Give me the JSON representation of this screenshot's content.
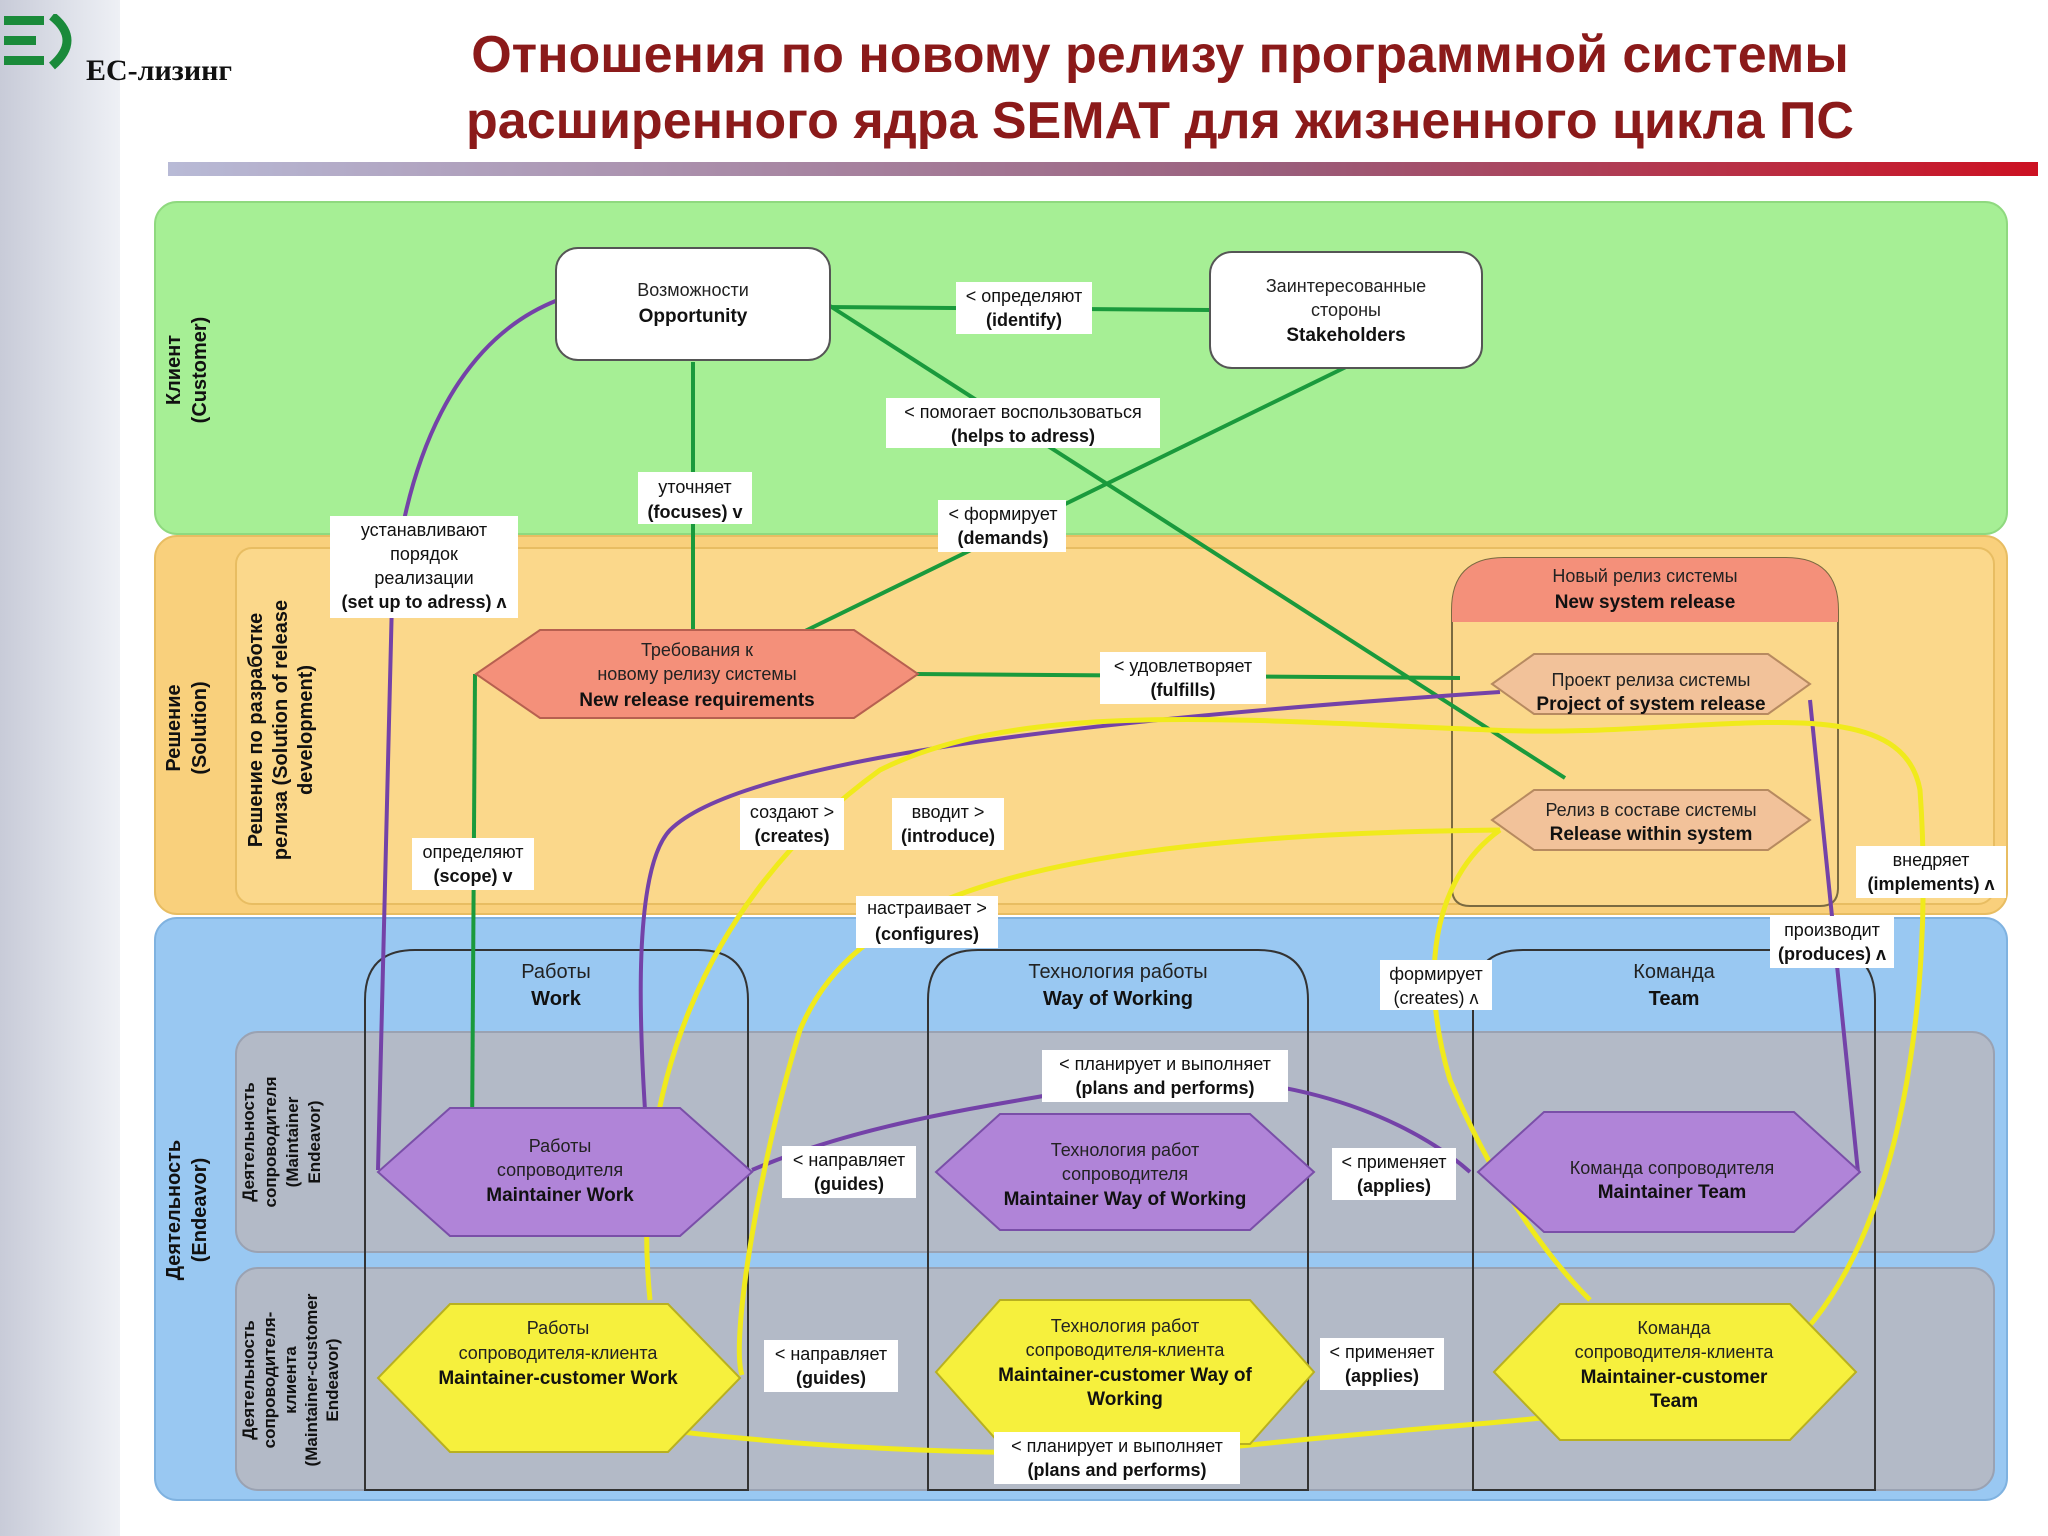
{
  "header": {
    "logo_text": "ЕС-лизинг",
    "title_line1": "Отношения по новому релизу программной системы",
    "title_line2": "расширенного ядра SEMAT для жизненного цикла ПС"
  },
  "colors": {
    "customer_band": "#a6ef95",
    "solution_band": "#f9d07c",
    "endeavor_band": "#99c8f2",
    "subband_gray": "#b3bac7",
    "purple_node": "#b084d8",
    "yellow_node": "#f6f03d",
    "salmon_node": "#f4907a",
    "green_line": "#1a9a3c",
    "purple_line": "#7442a8",
    "yellow_line": "#f0ea1c",
    "title_color": "#8b1a1a"
  },
  "bands": {
    "customer": {
      "ru": "Клиент",
      "en": "(Customer)"
    },
    "solution": {
      "ru": "Решение",
      "en": "(Solution)"
    },
    "solution_dev": {
      "line1": "Решение по разработке",
      "line2": "релиза (Solution of release",
      "line3": "development)"
    },
    "endeavor": {
      "ru": "Деятельность",
      "en": "(Endeavor)"
    },
    "maintainer_endeavor": {
      "line1": "Деятельность",
      "line2": "сопроводителя",
      "line3": "(Maintainer",
      "line4": "Endeavor)"
    },
    "mc_endeavor": {
      "line1": "Деятельность",
      "line2": "сопроводителя-",
      "line3": "клиента",
      "line4": "(Maintainer-customer",
      "line5": "Endeavor)"
    }
  },
  "columns": {
    "work": {
      "ru": "Работы",
      "en": "Work"
    },
    "way": {
      "ru": "Технология работы",
      "en": "Way of Working"
    },
    "team": {
      "ru": "Команда",
      "en": "Team"
    }
  },
  "nodes": {
    "opportunity": {
      "ru": "Возможности",
      "en": "Opportunity"
    },
    "stakeholders": {
      "ru1": "Заинтересованные",
      "ru2": "стороны",
      "en": "Stakeholders"
    },
    "requirements": {
      "ru1": "Требования к",
      "ru2": "новому релизу системы",
      "en": "New release requirements"
    },
    "new_release": {
      "ru": "Новый релиз системы",
      "en": "New system release"
    },
    "project_release": {
      "ru": "Проект релиза системы",
      "en": "Project of system release"
    },
    "release_within": {
      "ru": "Релиз в составе системы",
      "en": "Release within system"
    },
    "maint_work": {
      "ru1": "Работы",
      "ru2": "сопроводителя",
      "en": "Maintainer Work"
    },
    "maint_way": {
      "ru1": "Технология работ",
      "ru2": "сопроводителя",
      "en": "Maintainer Way of Working"
    },
    "maint_team": {
      "ru": "Команда сопроводителя",
      "en": "Maintainer Team"
    },
    "mc_work": {
      "ru1": "Работы",
      "ru2": "сопроводителя-клиента",
      "en": "Maintainer-customer Work"
    },
    "mc_way": {
      "ru1": "Технология работ",
      "ru2": "сопроводителя-клиента",
      "en1": "Maintainer-customer Way of",
      "en2": "Working"
    },
    "mc_team": {
      "ru1": "Команда",
      "ru2": "сопроводителя-клиента",
      "en1": "Maintainer-customer",
      "en2": "Team"
    }
  },
  "labels": {
    "identify": {
      "l1": "< определяют",
      "l2": "(identify)"
    },
    "helps": {
      "l1": "< помогает воспользоваться",
      "l2": "(helps to adress)"
    },
    "focuses": {
      "l1": "уточняет",
      "l2": "(focuses) v"
    },
    "demands": {
      "l1": "< формирует",
      "l2": "(demands)"
    },
    "setup": {
      "l1": "устанавливают",
      "l2": "порядок",
      "l3": "реализации",
      "l4": "(set up to adress) ʌ"
    },
    "fulfills": {
      "l1": "< удовлетворяет",
      "l2": "(fulfills)"
    },
    "creates": {
      "l1": "создают >",
      "l2": "(creates)"
    },
    "introduce": {
      "l1": "вводит >",
      "l2": "(introduce)"
    },
    "scope": {
      "l1": "определяют",
      "l2": "(scope) v"
    },
    "configures": {
      "l1": "настраивает >",
      "l2": "(configures)"
    },
    "implements": {
      "l1": "внедряет",
      "l2": "(implements) ʌ"
    },
    "produces": {
      "l1": "производит",
      "l2": "(produces) ʌ"
    },
    "team_creates": {
      "l1": "формирует",
      "l2": "(creates) ʌ"
    },
    "plans1": {
      "l1": "< планирует и выполняет",
      "l2": "(plans and performs)"
    },
    "guides1": {
      "l1": "< направляет",
      "l2": "(guides)"
    },
    "applies1": {
      "l1": "< применяет",
      "l2": "(applies)"
    },
    "guides2": {
      "l1": "< направляет",
      "l2": "(guides)"
    },
    "applies2": {
      "l1": "< применяет",
      "l2": "(applies)"
    },
    "plans2": {
      "l1": "< планирует и выполняет",
      "l2": "(plans and performs)"
    }
  }
}
